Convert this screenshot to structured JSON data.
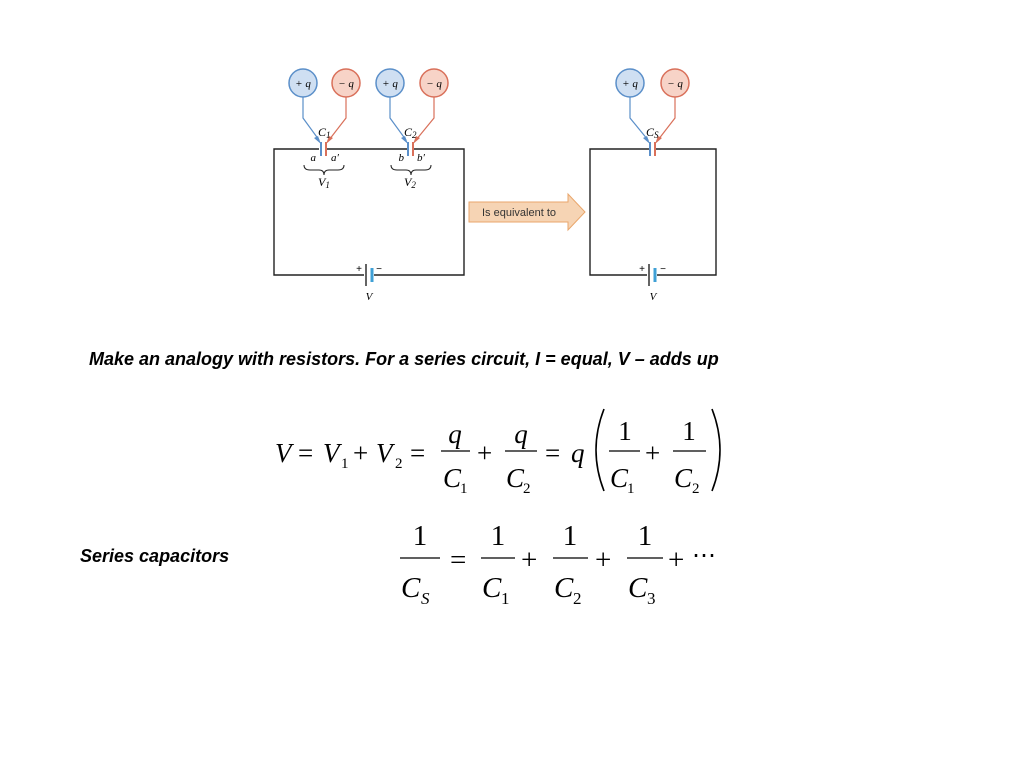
{
  "diagram": {
    "left_circuit": {
      "c1": {
        "plus_charge": "+ q",
        "minus_charge": "− q",
        "label_C": "C",
        "label_sub": "1",
        "plate_a": "a",
        "plate_a_prime": "a′",
        "v_label": "V",
        "v_sub": "1"
      },
      "c2": {
        "plus_charge": "+ q",
        "minus_charge": "− q",
        "label_C": "C",
        "label_sub": "2",
        "plate_b": "b",
        "plate_b_prime": "b′",
        "v_label": "V",
        "v_sub": "2"
      },
      "battery": {
        "plus": "+",
        "minus": "−",
        "label": "V"
      }
    },
    "arrow_text": "Is equivalent to",
    "right_circuit": {
      "plus_charge": "+ q",
      "minus_charge": "− q",
      "label_C": "C",
      "label_sub": "S",
      "battery": {
        "plus": "+",
        "minus": "−",
        "label": "V"
      }
    },
    "colors": {
      "positive_fill": "#cfdff2",
      "positive_stroke": "#5b8fc9",
      "negative_fill": "#f7d3c7",
      "negative_stroke": "#d9705a",
      "arrow_fill": "#f6d4b4",
      "arrow_stroke": "#e9a66b",
      "battery_blue": "#3fa0d6",
      "wire": "#222222"
    }
  },
  "caption": "Make an analogy with resistors. For a series circuit, I = equal, V – adds up",
  "series_label": "Series capacitors",
  "equation1": {
    "V": "V",
    "eq": "=",
    "V1": "V",
    "s1": "1",
    "plus": "+",
    "V2": "V",
    "s2": "2",
    "q": "q",
    "C": "C",
    "one": "1"
  },
  "equation2": {
    "one": "1",
    "C": "C",
    "S": "S",
    "eq": "=",
    "plus": "+",
    "s1": "1",
    "s2": "2",
    "s3": "3",
    "dots": "⋯"
  }
}
